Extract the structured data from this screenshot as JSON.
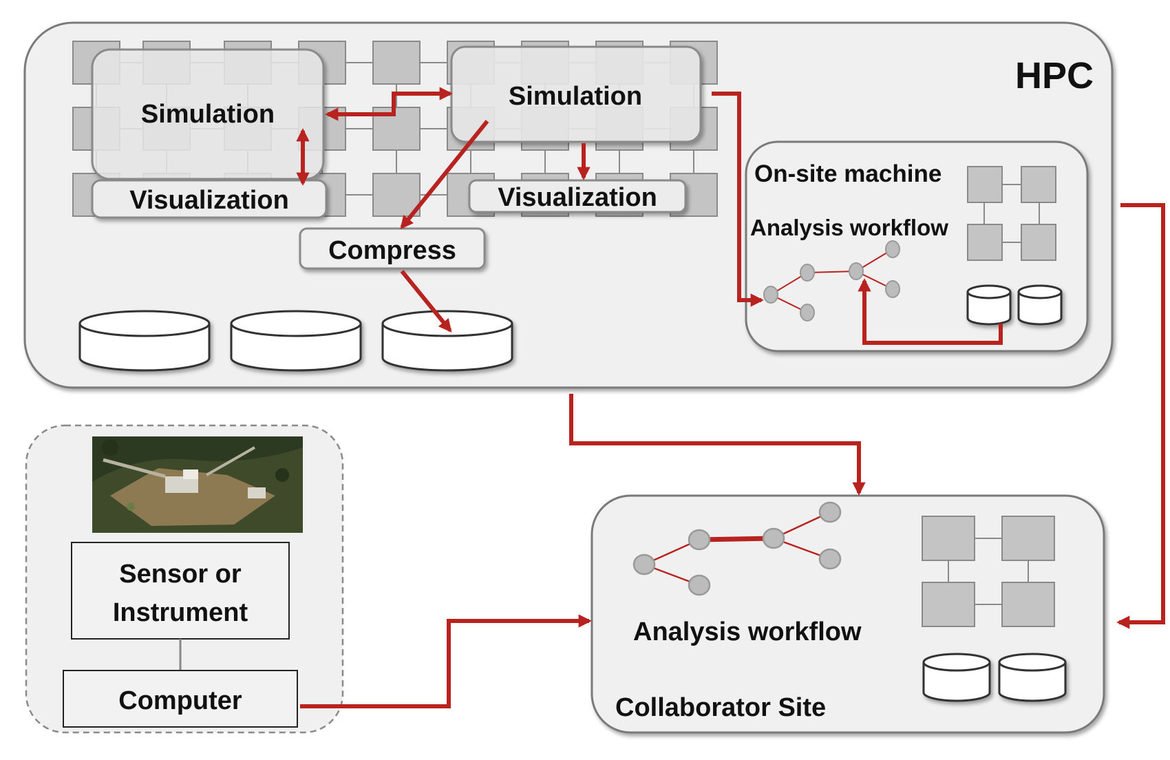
{
  "hpc": {
    "title": "HPC",
    "sim_left": "Simulation",
    "sim_right": "Simulation",
    "vis_left": "Visualization",
    "vis_right": "Visualization",
    "compress": "Compress"
  },
  "onsite": {
    "title": "On-site machine",
    "workflow": "Analysis workflow"
  },
  "instrument": {
    "sensor_line1": "Sensor or",
    "sensor_line2": "Instrument",
    "computer": "Computer",
    "photo": "aerial-facility-photo"
  },
  "collaborator": {
    "title": "Collaborator Site",
    "workflow": "Analysis workflow"
  },
  "colors": {
    "arrow": "#b8221f",
    "panel": "#f0f0f0",
    "node": "#bcbcbc",
    "grid_cell": "#c4c4c4"
  }
}
